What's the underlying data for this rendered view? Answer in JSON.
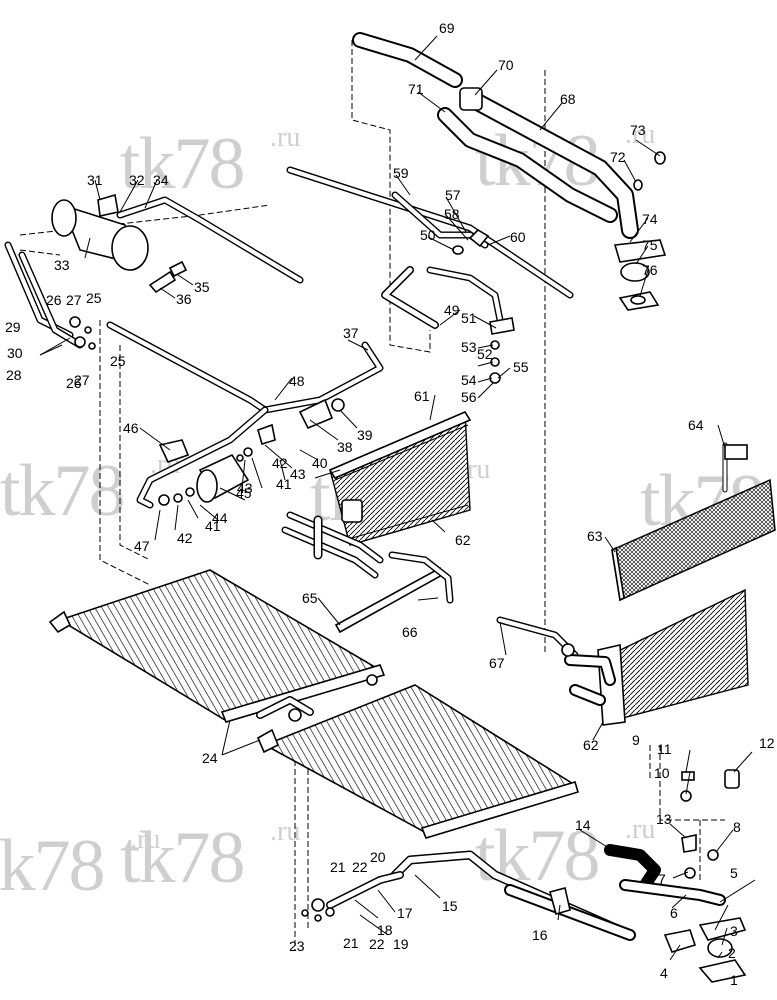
{
  "watermarks": [
    {
      "main": "tk78",
      "suffix": ".ru"
    },
    {
      "main": "tk78",
      "suffix": ".ru"
    },
    {
      "main": "tk78",
      "suffix": ".ru"
    },
    {
      "main": "tk78",
      "suffix": ".ru"
    },
    {
      "main": "tk78",
      "suffix": ".ru"
    },
    {
      "main": "tk78",
      "suffix": ".ru"
    },
    {
      "main": "tk78",
      "suffix": ".ru"
    },
    {
      "main": "tk78",
      "suffix": ".ru"
    }
  ],
  "callouts": [
    "1",
    "2",
    "3",
    "4",
    "5",
    "6",
    "7",
    "8",
    "9",
    "10",
    "11",
    "12",
    "13",
    "14",
    "15",
    "16",
    "17",
    "18",
    "19",
    "20",
    "21",
    "21",
    "22",
    "22",
    "23",
    "24",
    "25",
    "25",
    "26",
    "26",
    "27",
    "27",
    "28",
    "29",
    "30",
    "31",
    "32",
    "33",
    "34",
    "35",
    "36",
    "37",
    "38",
    "39",
    "40",
    "41",
    "41",
    "42",
    "42",
    "43",
    "43",
    "44",
    "45",
    "46",
    "47",
    "48",
    "49",
    "50",
    "51",
    "52",
    "53",
    "54",
    "55",
    "56",
    "57",
    "58",
    "59",
    "60",
    "61",
    "62",
    "62",
    "63",
    "64",
    "65",
    "66",
    "67",
    "68",
    "69",
    "70",
    "71",
    "72",
    "73",
    "74",
    "75",
    "76"
  ]
}
